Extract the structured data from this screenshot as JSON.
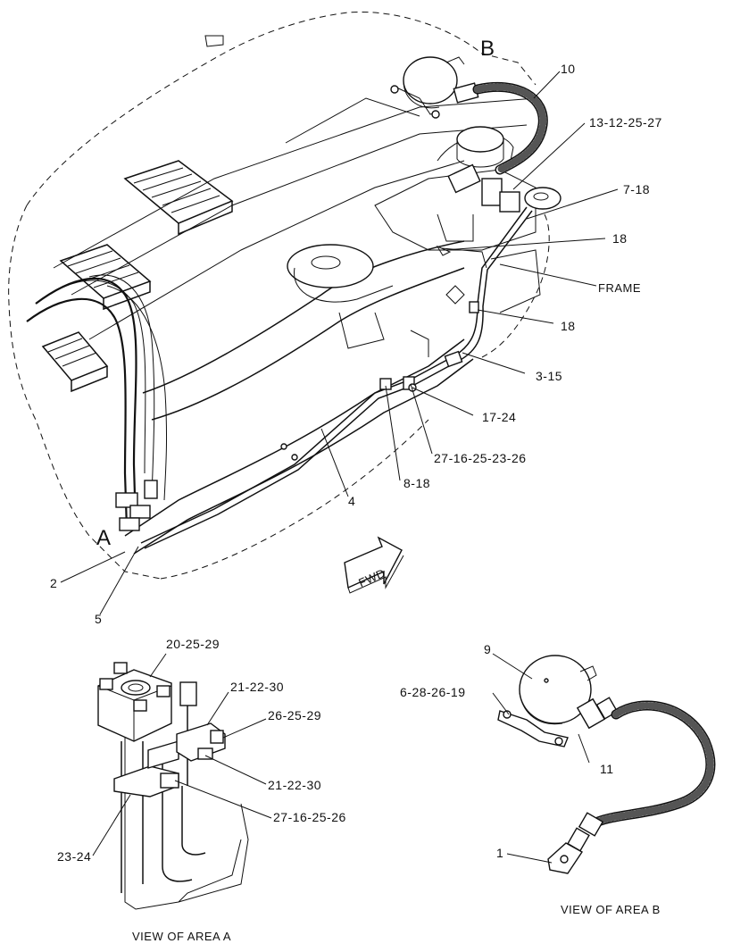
{
  "callouts": {
    "area_a_marker": "A",
    "area_b_marker": "B",
    "c10": "10",
    "c13_12_25_27": "13-12-25-27",
    "c7_18": "7-18",
    "c18_top": "18",
    "frame": "FRAME",
    "c18_mid": "18",
    "c3_15": "3-15",
    "c17_24": "17-24",
    "c27_16_25_23_26_top": "27-16-25-23-26",
    "c8_18": "8-18",
    "c4": "4",
    "c2": "2",
    "c5": "5",
    "fwd": "FWD"
  },
  "view_a": {
    "c20_25_29": "20-25-29",
    "c21_22_30_top": "21-22-30",
    "c26_25_29": "26-25-29",
    "c21_22_30_bottom": "21-22-30",
    "c27_16_25_26": "27-16-25-26",
    "c23_24": "23-24",
    "caption": "VIEW OF AREA  A"
  },
  "view_b": {
    "c9": "9",
    "c6_28_26_19": "6-28-26-19",
    "c11": "11",
    "c1": "1",
    "caption": "VIEW OF AREA  B"
  }
}
